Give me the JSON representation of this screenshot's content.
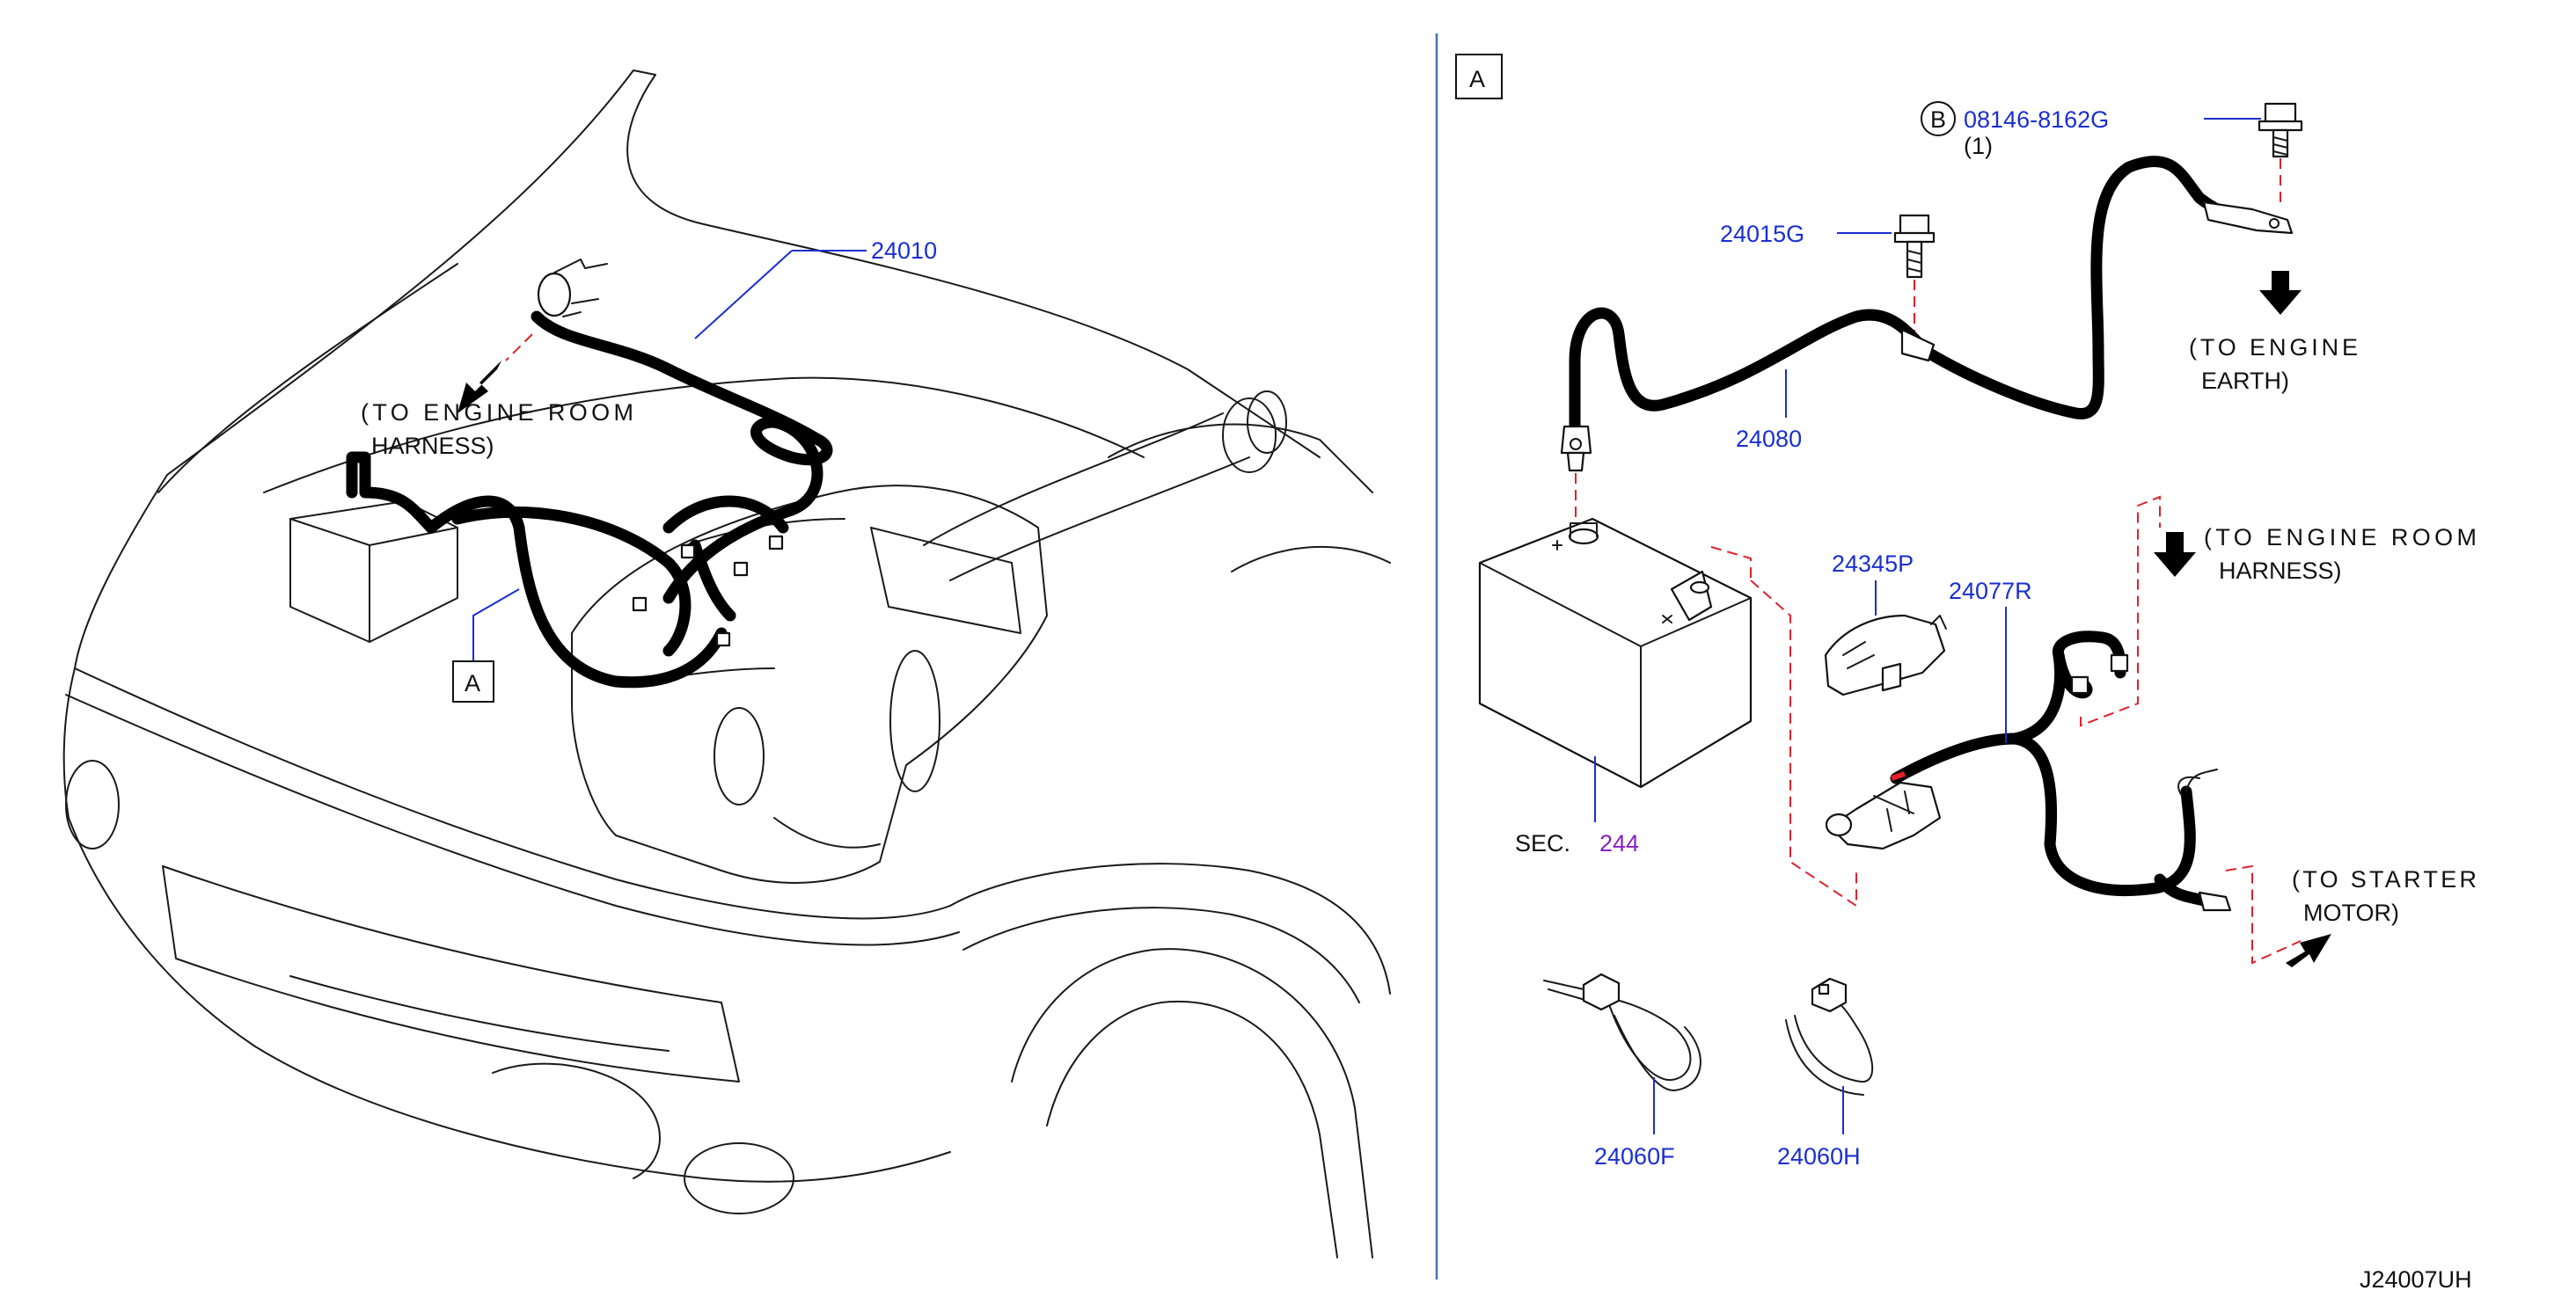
{
  "drawing_id": "J24007UH",
  "view_label": "A",
  "left_view": {
    "part_labels": {
      "harness_main": "24010"
    },
    "callout_box": "A",
    "notes": {
      "to_engine_room_line1": "(TO ENGINE ROOM",
      "to_engine_room_line2": "HARNESS)"
    }
  },
  "right_view": {
    "bolt_symbol": "B",
    "parts": {
      "bolt_top": "08146-8162G",
      "bolt_top_qty": "(1)",
      "bolt_small": "24015G",
      "cable_negative": "24080",
      "cover": "24345P",
      "cable_positive": "24077R",
      "clip_f": "24060F",
      "clip_h": "24060H"
    },
    "sec_prefix": "SEC.",
    "sec_number": "244",
    "notes": {
      "engine_earth_line1": "(TO ENGINE",
      "engine_earth_line2": "EARTH)",
      "engine_room_line1": "(TO ENGINE ROOM",
      "engine_room_line2": "HARNESS)",
      "starter_line1": "(TO STARTER",
      "starter_line2": "MOTOR)"
    }
  },
  "colors": {
    "part_number": "#1a2fd0",
    "section_ref": "#8a1fc4",
    "guide_dash": "#e0202a",
    "divider": "#4a6fb5"
  }
}
